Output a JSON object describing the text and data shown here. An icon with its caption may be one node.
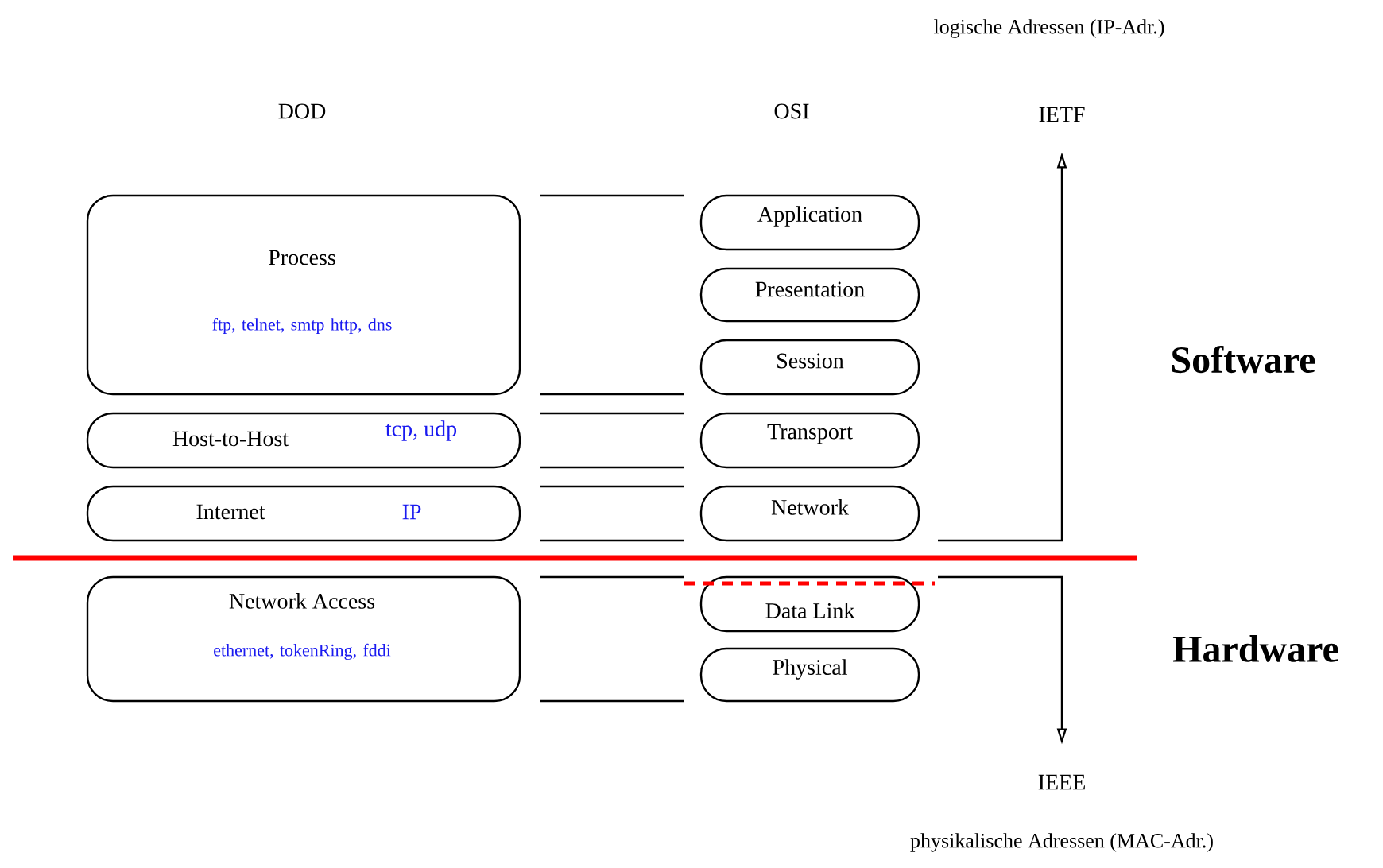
{
  "diagram": {
    "nodes": [
      {
        "text": [
          "Process",
          "ftp, telnet, smtp http, dns"
        ]
      },
      {
        "text": [
          "Host-to-Host",
          "tcp, udp"
        ]
      },
      {
        "text": [
          "Internet",
          "IP"
        ]
      },
      {
        "text": [
          "Network Access",
          "ethernet, tokenRing, fddi"
        ]
      },
      {
        "text": [
          "Application"
        ]
      },
      {
        "text": [
          "Presentation"
        ]
      },
      {
        "text": [
          "Session"
        ]
      },
      {
        "text": [
          "Transport"
        ]
      },
      {
        "text": [
          "Network"
        ]
      },
      {
        "text": [
          "Data Link"
        ]
      },
      {
        "text": [
          "Physical"
        ]
      },
      {
        "text": [
          "IETF"
        ]
      },
      {
        "text": [
          "IEEE"
        ]
      }
    ],
    "edges": [
      {
        "from": null,
        "to": 11,
        "arrow": "to"
      },
      {
        "from": null,
        "to": 12,
        "arrow": "to"
      }
    ],
    "labels": [
      "logische Adressen (IP-Adr.)",
      "DOD",
      "OSI",
      "Software",
      "Hardware",
      "physikalische Adressen (MAC-Adr.)"
    ]
  }
}
